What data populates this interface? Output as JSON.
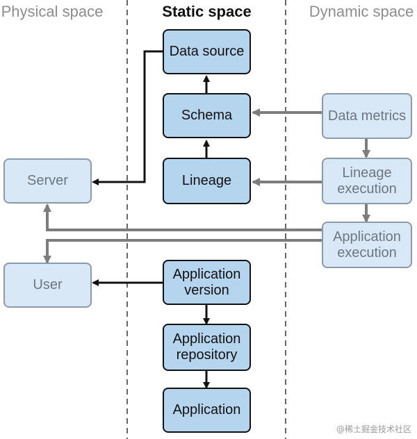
{
  "columns": {
    "physical": "Physical space",
    "static": "Static space",
    "dynamic": "Dynamic space"
  },
  "nodes": {
    "data_source": "Data source",
    "schema": "Schema",
    "lineage": "Lineage",
    "app_version": "Application\nversion",
    "app_repository": "Application\nrepository",
    "application": "Application",
    "server": "Server",
    "user": "User",
    "data_metrics": "Data metrics",
    "lineage_execution": "Lineage\nexecution",
    "application_execution": "Application\nexecution"
  },
  "watermark": "@稀土掘金技术社区",
  "colors": {
    "static_fill": "#b5d5ef",
    "static_border": "#111111",
    "light_fill": "#d8e8f6",
    "light_border": "#8a9aa8",
    "gray_arrow": "#7d7d7d",
    "black_arrow": "#111111",
    "divider": "#666666"
  }
}
